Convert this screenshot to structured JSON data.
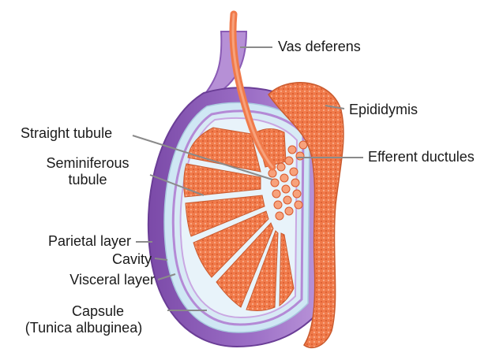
{
  "labels": {
    "vas_deferens": "Vas deferens",
    "epididymis": "Epididymis",
    "straight_tubule": "Straight tubule",
    "efferent_ductules": "Efferent ductules",
    "seminiferous_line1": "Seminiferous",
    "seminiferous_line2": "tubule",
    "parietal_layer": "Parietal layer",
    "cavity": "Cavity",
    "visceral_layer": "Visceral layer",
    "capsule_line1": "Capsule",
    "capsule_line2": "(Tunica albuginea)"
  },
  "colors": {
    "tunica_vaginalis": "#8a5bb5",
    "tunica_inner": "#b78ad6",
    "cavity": "#cfe7f4",
    "tubule": "#f07a4a",
    "tubule_light": "#f7a27c",
    "leader_line": "#8a8a8a",
    "label_text": "#1a1a1a"
  }
}
